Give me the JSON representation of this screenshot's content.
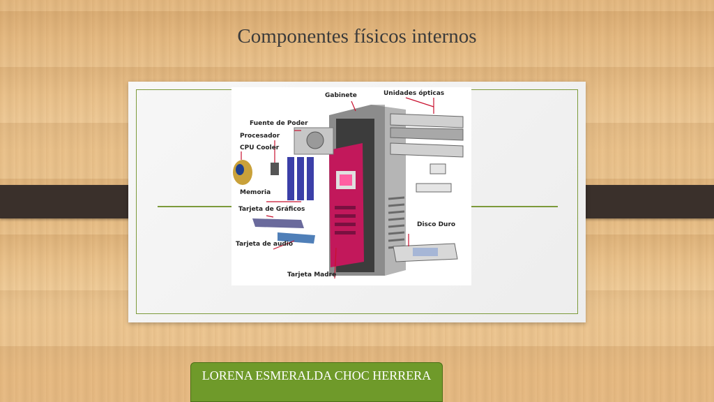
{
  "slide": {
    "title": "Componentes físicos internos",
    "author": "LORENA ESMERALDA CHOC HERRERA"
  },
  "diagram": {
    "labels": {
      "gabinete": "Gabinete",
      "unidades_opticas": "Unidades ópticas",
      "fuente_poder": "Fuente de Poder",
      "procesador": "Procesador",
      "cpu_cooler": "CPU Cooler",
      "memoria": "Memoria",
      "tarjeta_graficos": "Tarjeta de Gráficos",
      "disco_duro": "Disco Duro",
      "tarjeta_audio": "Tarjeta de audio",
      "tarjeta_madre": "Tarjeta Madre"
    }
  },
  "colors": {
    "accent_green": "#6f9a2a",
    "frame_green": "#7c9a3a",
    "strap": "#3a302b",
    "leader_red": "#c8102e"
  }
}
